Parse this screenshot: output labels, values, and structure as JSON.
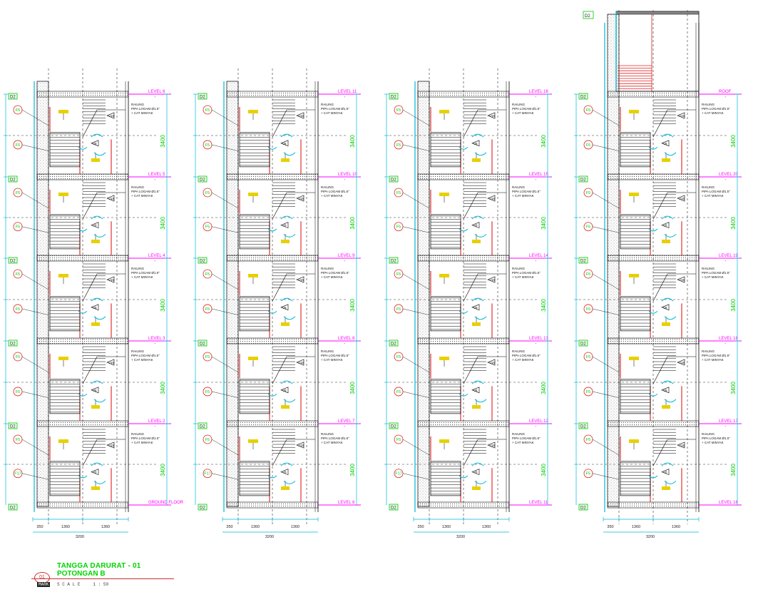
{
  "title_block": {
    "number": "01",
    "title": "TANGGA DARURAT - 01",
    "subtitle": "POTONGAN B",
    "scale_label": "S C A L E",
    "scale_value": "1 : 50",
    "mark": "MARK"
  },
  "sections": [
    {
      "levels": [
        "LEVEL 6",
        "LEVEL 5",
        "LEVEL 4",
        "LEVEL 3",
        "LEVEL 2",
        "GROUND FLOOR"
      ],
      "bottom_dims": [
        "350",
        "1360",
        "1360"
      ],
      "total_dim": "3200",
      "bottom_tags": [
        "F17",
        "F5"
      ]
    },
    {
      "levels": [
        "LEVEL 11",
        "LEVEL 10",
        "LEVEL 9",
        "LEVEL 8",
        "LEVEL 7",
        "LEVEL 6"
      ],
      "bottom_dims": [
        "350",
        "1360",
        "1360"
      ],
      "total_dim": "3200",
      "bottom_tags": [
        "F17",
        "F5"
      ]
    },
    {
      "levels": [
        "LEVEL 16",
        "LEVEL 15",
        "LEVEL 14",
        "LEVEL 13",
        "LEVEL 12",
        "LEVEL 11"
      ],
      "bottom_dims": [
        "350",
        "1360",
        "1360"
      ],
      "total_dim": "3200",
      "bottom_tags": [
        "F17",
        "F5"
      ]
    },
    {
      "levels": [
        "ROOF",
        "LEVEL 20",
        "LEVEL 19",
        "LEVEL 18",
        "LEVEL 17",
        "LEVEL 16"
      ],
      "bottom_dims": [
        "350",
        "1360",
        "1360"
      ],
      "total_dim": "3200",
      "bottom_tags": [
        "F5",
        "F5"
      ]
    }
  ],
  "floor_height_dim": "3400",
  "railing_note": [
    "RAILING",
    "PIPA LOGAM Ø1.5\"",
    "+ CAT MINYAK"
  ],
  "tags": {
    "wall": "F5",
    "slab": "D2",
    "door_a": "V15",
    "door_b": "V8"
  },
  "colors": {
    "wall_line": "#000000",
    "cyan": "#00b8d8",
    "magenta": "#ff00ff",
    "red": "#e02020",
    "green": "#00cc00",
    "yellow": "#e8d000",
    "hatch": "#888888"
  }
}
